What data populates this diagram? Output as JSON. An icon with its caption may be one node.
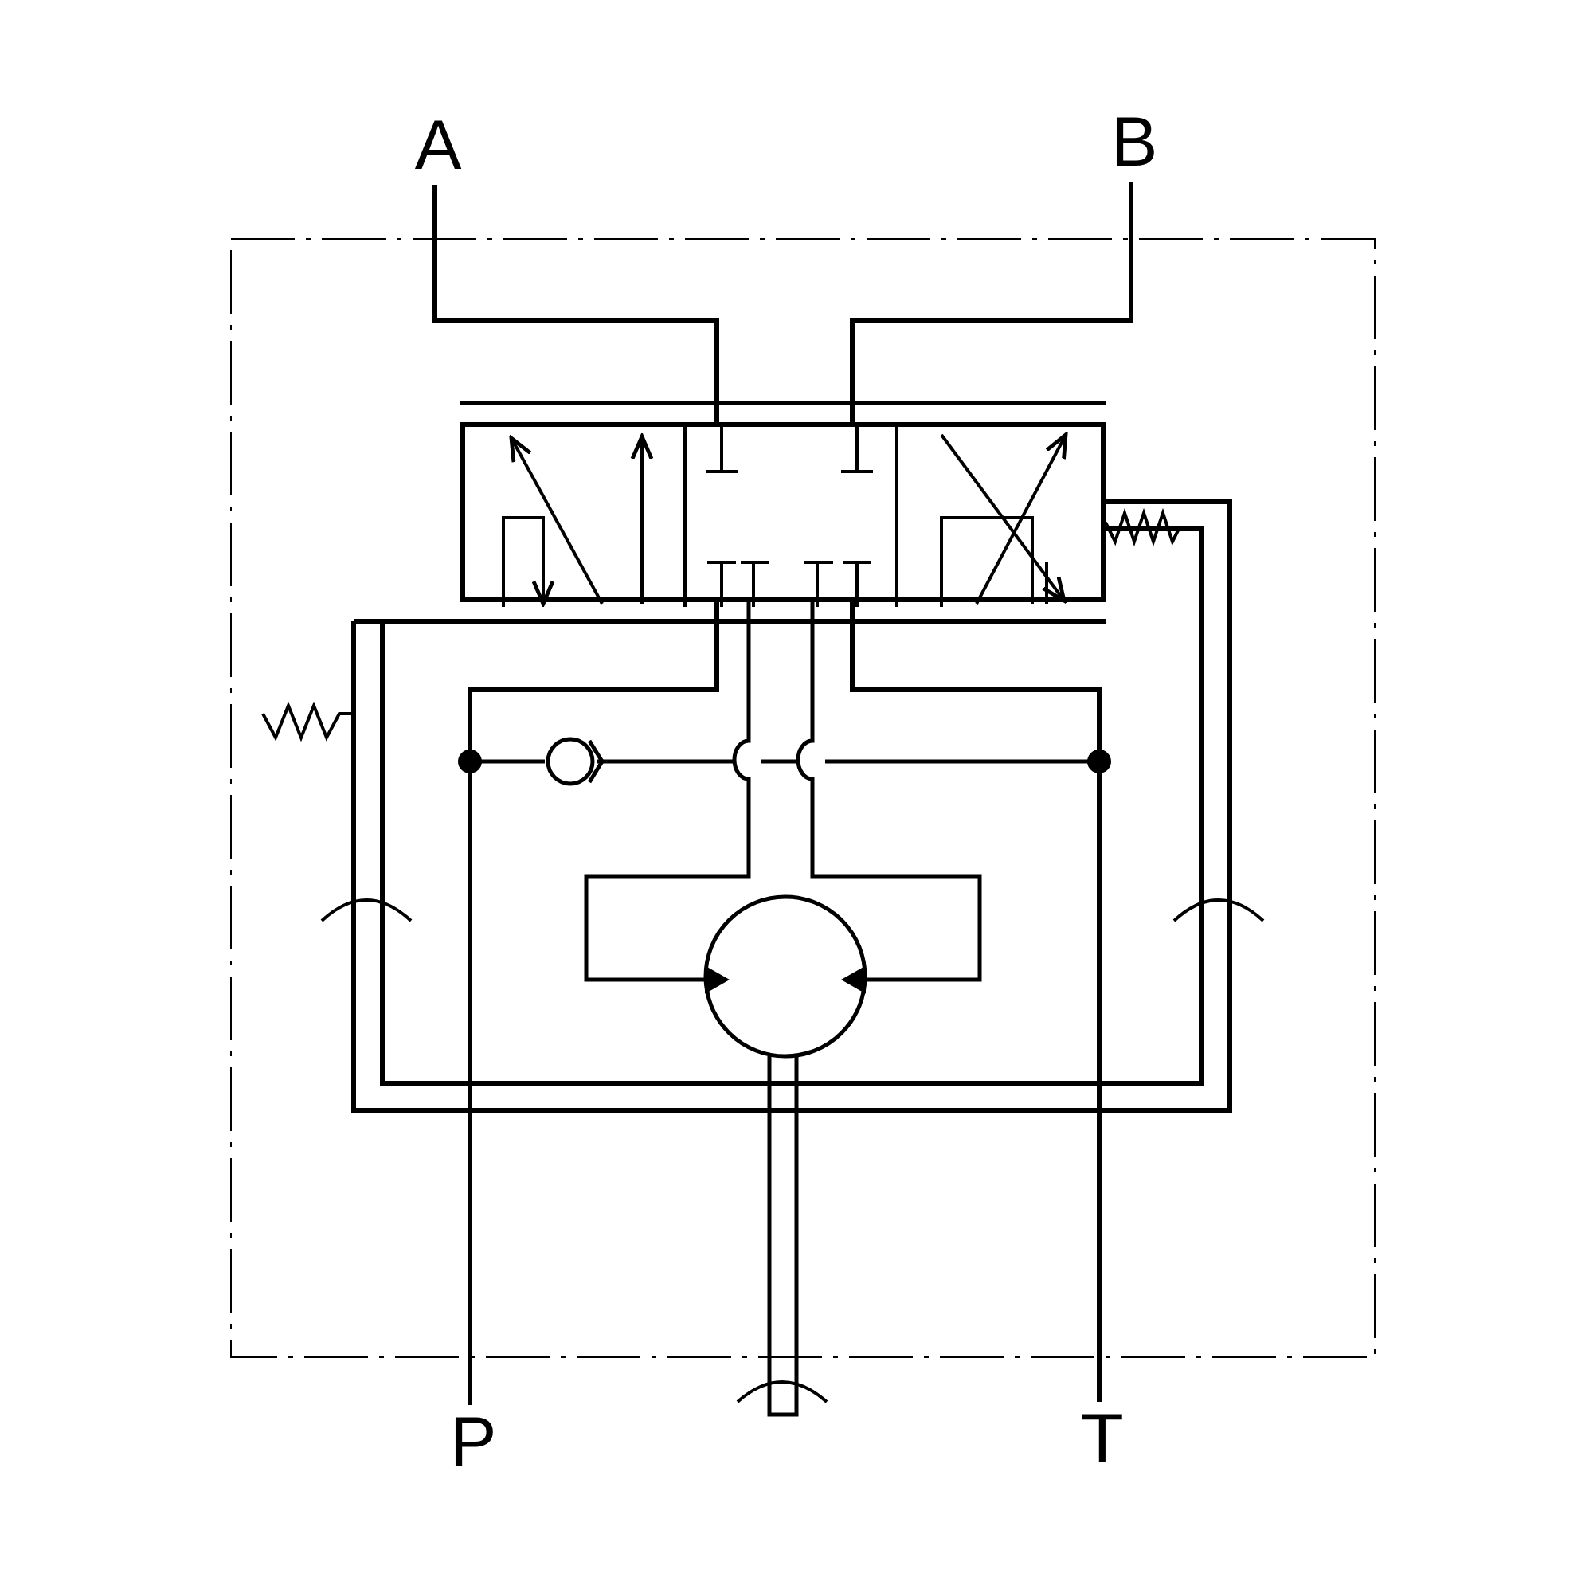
{
  "diagram": {
    "nodes": [
      {
        "text": [
          "A"
        ]
      },
      {
        "text": [
          "B"
        ]
      },
      {
        "text": [],
        "shape": "box"
      },
      {
        "text": [
          "P"
        ]
      },
      {
        "text": [
          "T"
        ]
      }
    ],
    "edges": [
      {
        "from": 0,
        "to": 2,
        "arrow": "none"
      },
      {
        "from": 1,
        "to": 2,
        "arrow": "none"
      },
      {
        "from": 3,
        "to": 2,
        "arrow": "none"
      },
      {
        "from": 4,
        "to": 2,
        "arrow": "none"
      }
    ]
  }
}
